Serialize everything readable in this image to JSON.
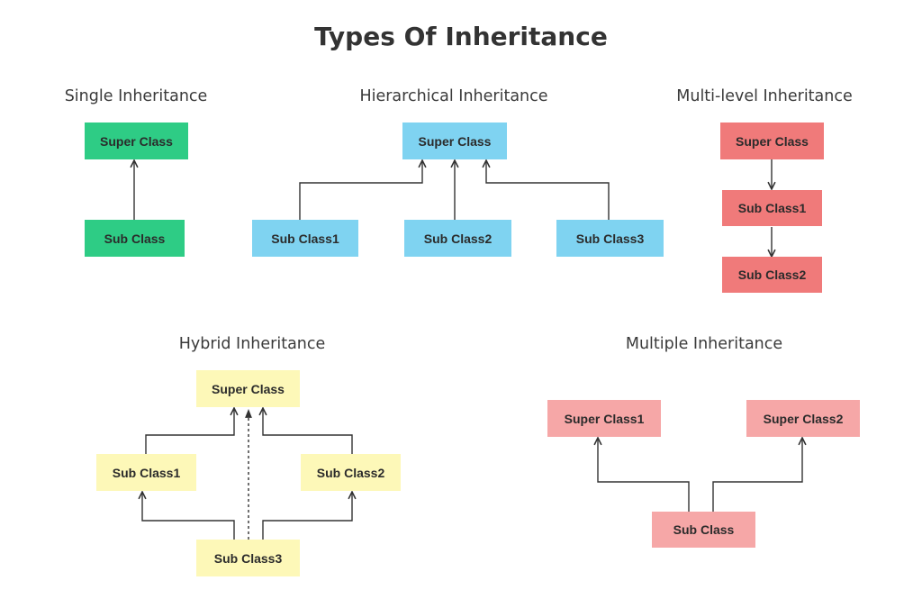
{
  "title": "Types Of Inheritance",
  "colors": {
    "single": "#2ECC85",
    "hierarchical": "#7FD3F1",
    "multilevel": "#F07A7A",
    "hybrid": "#FDF8B8",
    "multiple": "#F6A7A7",
    "line": "#333333"
  },
  "single": {
    "heading": "Single Inheritance",
    "super": "Super Class",
    "sub": "Sub Class"
  },
  "hierarchical": {
    "heading": "Hierarchical Inheritance",
    "super": "Super Class",
    "subs": [
      "Sub Class1",
      "Sub Class2",
      "Sub Class3"
    ]
  },
  "multilevel": {
    "heading": "Multi-level Inheritance",
    "super": "Super Class",
    "sub1": "Sub Class1",
    "sub2": "Sub Class2"
  },
  "hybrid": {
    "heading": "Hybrid Inheritance",
    "super": "Super Class",
    "sub1": "Sub Class1",
    "sub2": "Sub Class2",
    "sub3": "Sub Class3"
  },
  "multiple": {
    "heading": "Multiple Inheritance",
    "super1": "Super Class1",
    "super2": "Super Class2",
    "sub": "Sub Class"
  }
}
